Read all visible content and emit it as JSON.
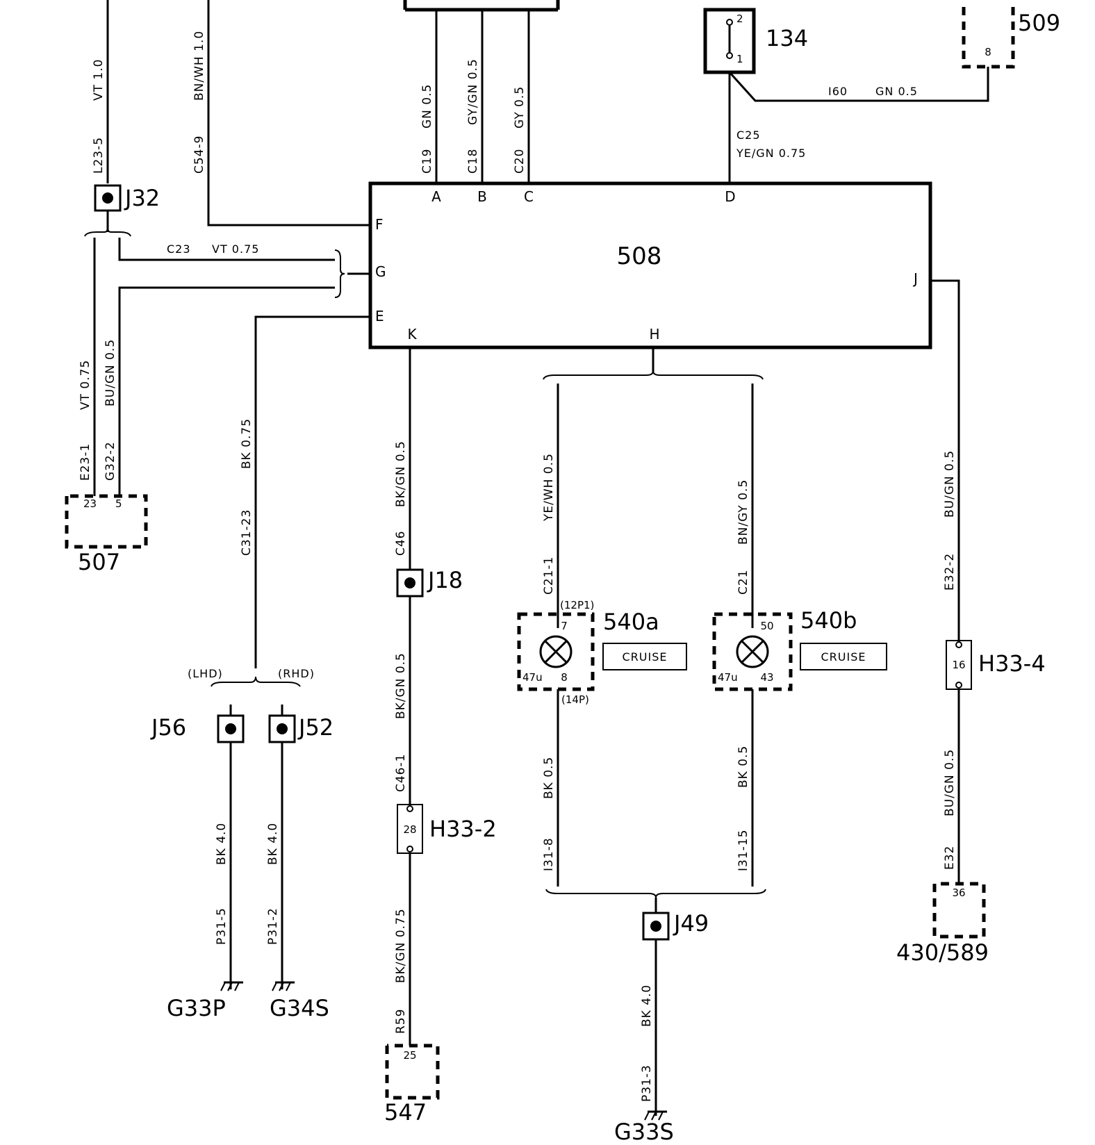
{
  "module": {
    "id": "508",
    "pins": {
      "A": "A",
      "B": "B",
      "C": "C",
      "D": "D",
      "E": "E",
      "F": "F",
      "G": "G",
      "H": "H",
      "J": "J",
      "K": "K"
    }
  },
  "components": {
    "c134": {
      "id": "134",
      "pin_top": "2",
      "pin_bottom": "1"
    },
    "c509": {
      "id": "509",
      "pin": "8"
    },
    "c507": {
      "id": "507",
      "pin_a": "23",
      "pin_b": "5"
    },
    "c547": {
      "id": "547",
      "pin": "25"
    },
    "c430": {
      "id": "430/589",
      "pin": "36"
    },
    "c540a": {
      "id": "540a",
      "pin_top": "7",
      "pin_bottom": "8",
      "cap": "47u",
      "tag": "CRUISE",
      "conn_top": "(12P1)",
      "conn_bottom": "(14P)"
    },
    "c540b": {
      "id": "540b",
      "pin_top": "50",
      "pin_bottom": "43",
      "cap": "47u",
      "tag": "CRUISE"
    }
  },
  "splices": {
    "j32": "J32",
    "j18": "J18",
    "j56": "J56",
    "j52": "J52",
    "j49": "J49"
  },
  "connectors": {
    "h33_2": {
      "id": "H33-2",
      "pin": "28"
    },
    "h33_4": {
      "id": "H33-4",
      "pin": "16"
    }
  },
  "grounds": {
    "g33p": "G33P",
    "g34s": "G34S",
    "g33s": "G33S"
  },
  "variants": {
    "lhd": "(LHD)",
    "rhd": "(RHD)"
  },
  "wires": {
    "l23": {
      "circuit": "L23-5",
      "spec": "VT  1.0"
    },
    "c54": {
      "circuit": "C54-9",
      "spec": "BN/WH 1.0"
    },
    "c19": {
      "circuit": "C19",
      "spec": "GN  0.5"
    },
    "c18": {
      "circuit": "C18",
      "spec": "GY/GN  0.5"
    },
    "c20": {
      "circuit": "C20",
      "spec": "GY  0.5"
    },
    "i60": {
      "circuit": "I60",
      "spec": "GN  0.5"
    },
    "c25": {
      "circuit": "C25",
      "spec": "YE/GN  0.75"
    },
    "c23": {
      "circuit": "C23",
      "spec": "VT  0.75"
    },
    "e23": {
      "circuit": "E23-1",
      "spec": "VT  0.75"
    },
    "g32": {
      "circuit": "G32-2",
      "spec": "BU/GN  0.5"
    },
    "c31": {
      "circuit": "C31-23",
      "spec": "BK  0.75"
    },
    "c46": {
      "circuit": "C46",
      "spec": "BK/GN  0.5"
    },
    "c46_1": {
      "circuit": "C46-1",
      "spec": "BK/GN  0.5"
    },
    "r59": {
      "circuit": "R59",
      "spec": "BK/GN  0.75"
    },
    "c21_1": {
      "circuit": "C21-1",
      "spec": "YE/WH  0.5"
    },
    "c21": {
      "circuit": "C21",
      "spec": "BN/GY  0.5"
    },
    "i31_8": {
      "circuit": "I31-8",
      "spec": "BK  0.5"
    },
    "i31_15": {
      "circuit": "I31-15",
      "spec": "BK  0.5"
    },
    "e32_2": {
      "circuit": "E32-2",
      "spec": "BU/GN  0.5"
    },
    "e32": {
      "circuit": "E32",
      "spec": "BU/GN  0.5"
    },
    "p31_5": {
      "circuit": "P31-5",
      "spec": "BK  4.0"
    },
    "p31_2": {
      "circuit": "P31-2",
      "spec": "BK  4.0"
    },
    "p31_3": {
      "circuit": "P31-3",
      "spec": "BK  4.0"
    }
  }
}
